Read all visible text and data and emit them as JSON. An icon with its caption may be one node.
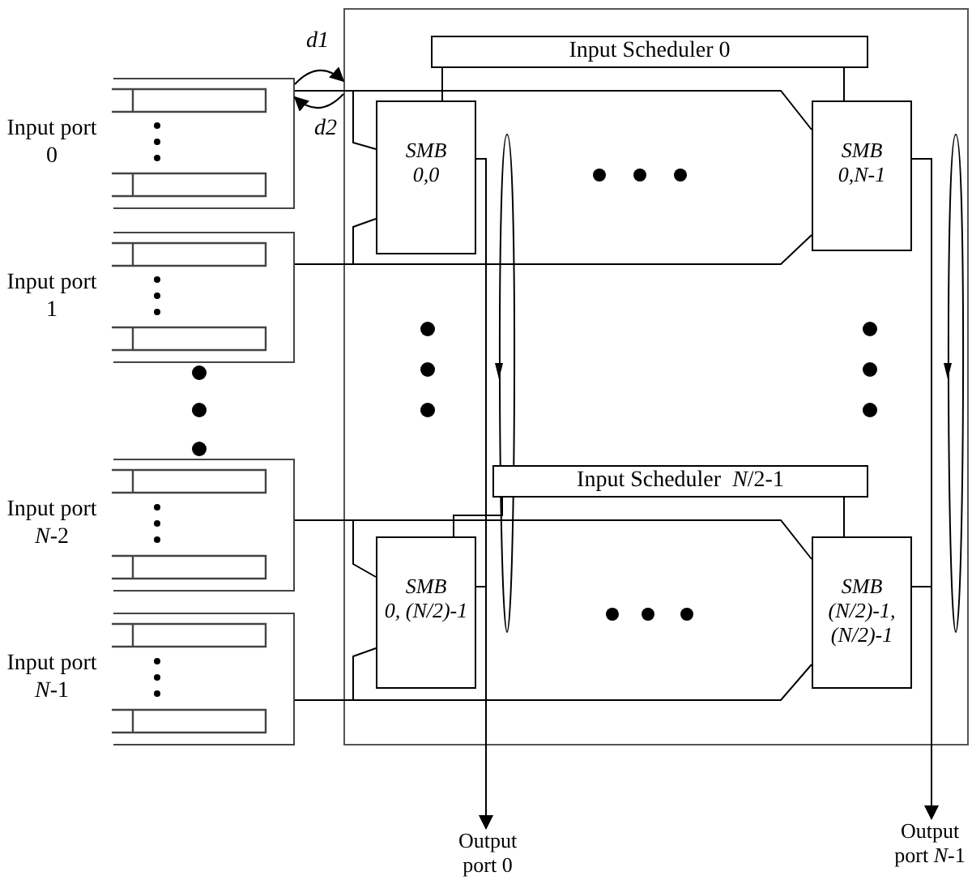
{
  "diagram": {
    "nodes": [
      {
        "text": [
          "Input port 0"
        ]
      },
      {
        "text": [
          "Input port 1"
        ]
      },
      {
        "text": [
          "Input port *N*-2"
        ]
      },
      {
        "text": [
          "Input port *N*-1"
        ]
      },
      {
        "text": [],
        "shape": "box"
      },
      {
        "text": [
          "Input Scheduler 0"
        ],
        "in": 4
      },
      {
        "text": [
          "SMB",
          "0,0"
        ],
        "in": 4
      },
      {
        "text": [
          "SMB",
          "0,N-1"
        ],
        "in": 4
      },
      {
        "text": [
          "Input Scheduler  *N*/2-1"
        ],
        "in": 4
      },
      {
        "text": [
          "SMB",
          "0, (N/2)-1"
        ],
        "in": 4
      },
      {
        "text": [
          "SMB",
          "(N/2)-1, (N/2)-1"
        ],
        "in": 4
      },
      {
        "text": [
          "Output port 0"
        ]
      },
      {
        "text": [
          "Output port *N*-1"
        ]
      }
    ],
    "edges": [
      {
        "from": 0,
        "to": 6,
        "arrow": "none"
      },
      {
        "from": 0,
        "to": 7,
        "arrow": "none"
      },
      {
        "from": 1,
        "to": 6,
        "arrow": "none"
      },
      {
        "from": 1,
        "to": 7,
        "arrow": "none"
      },
      {
        "from": 5,
        "to": 6,
        "arrow": "none"
      },
      {
        "from": 5,
        "to": 7,
        "arrow": "none"
      },
      {
        "from": 2,
        "to": 9,
        "arrow": "none"
      },
      {
        "from": 2,
        "to": 10,
        "arrow": "none"
      },
      {
        "from": 3,
        "to": 9,
        "arrow": "none"
      },
      {
        "from": 3,
        "to": 10,
        "arrow": "none"
      },
      {
        "from": 8,
        "to": 9,
        "arrow": "none"
      },
      {
        "from": 8,
        "to": 10,
        "arrow": "none"
      },
      {
        "from": 6,
        "to": 11,
        "arrow": "to"
      },
      {
        "from": 9,
        "to": 11,
        "arrow": "to"
      },
      {
        "from": 7,
        "to": 12,
        "arrow": "to"
      },
      {
        "from": 10,
        "to": 12,
        "arrow": "to"
      },
      {
        "from": 0,
        "to": 4,
        "arrow": "to",
        "label": "d1"
      },
      {
        "from": 4,
        "to": 0,
        "arrow": "to",
        "label": "d2"
      }
    ]
  }
}
